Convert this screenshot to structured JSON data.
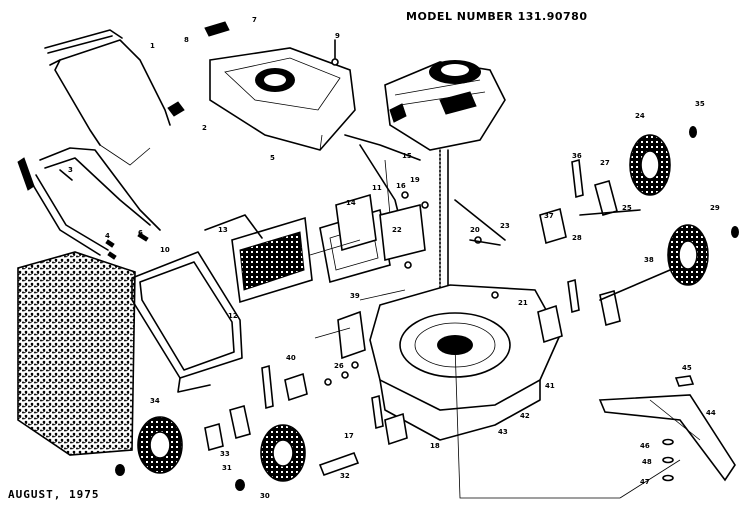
{
  "header": {
    "model_number": "MODEL NUMBER 131.90780"
  },
  "footer": {
    "date": "AUGUST, 1975"
  },
  "callouts": [
    "1",
    "2",
    "3",
    "4",
    "5",
    "6",
    "7",
    "8",
    "9",
    "10",
    "11",
    "12",
    "13",
    "14",
    "15",
    "16",
    "17",
    "18",
    "19",
    "20",
    "21",
    "22",
    "23",
    "24",
    "25",
    "26",
    "27",
    "28",
    "29",
    "30",
    "31",
    "32",
    "33",
    "34",
    "35",
    "36",
    "37",
    "38",
    "39",
    "40",
    "41",
    "42",
    "43",
    "44",
    "45",
    "46",
    "47",
    "48"
  ]
}
